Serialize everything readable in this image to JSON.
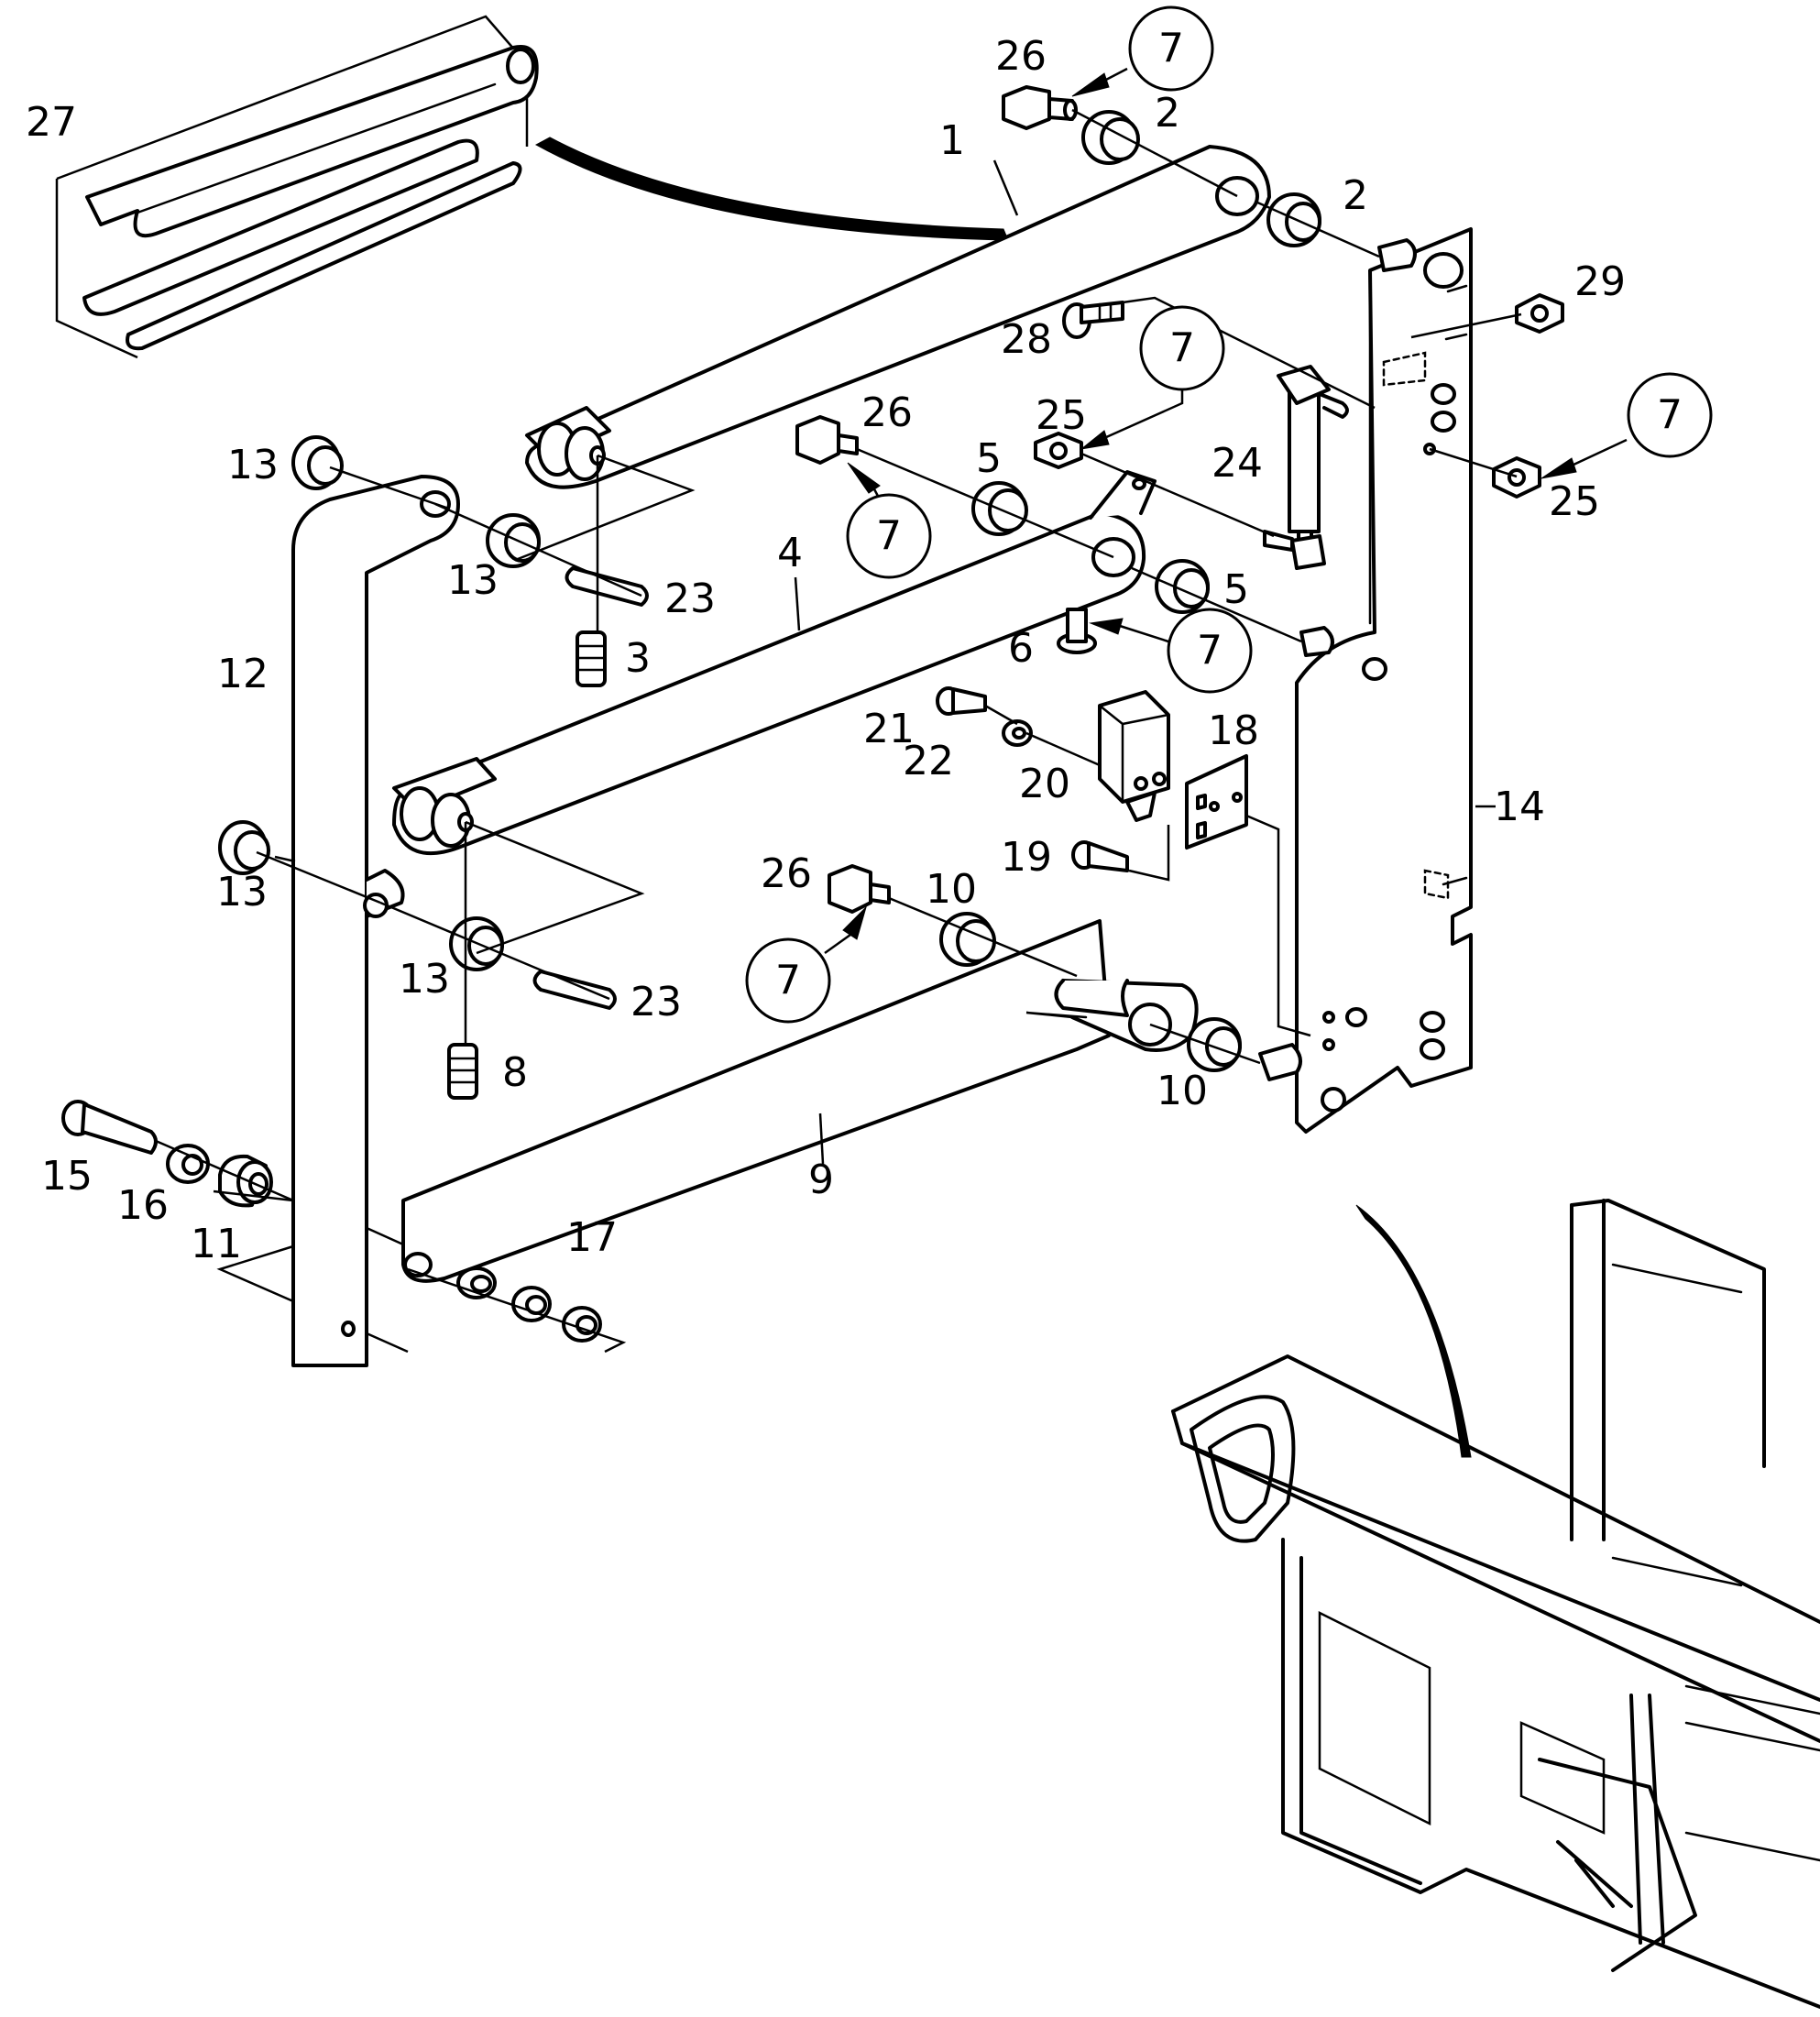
{
  "diagram": {
    "callouts": [
      {
        "id": "c1",
        "text": "1"
      },
      {
        "id": "c2a",
        "text": "2"
      },
      {
        "id": "c2b",
        "text": "2"
      },
      {
        "id": "c3",
        "text": "3"
      },
      {
        "id": "c4",
        "text": "4"
      },
      {
        "id": "c5a",
        "text": "5"
      },
      {
        "id": "c5b",
        "text": "5"
      },
      {
        "id": "c6",
        "text": "6"
      },
      {
        "id": "c8",
        "text": "8"
      },
      {
        "id": "c9",
        "text": "9"
      },
      {
        "id": "c10a",
        "text": "10"
      },
      {
        "id": "c10b",
        "text": "10"
      },
      {
        "id": "c11",
        "text": "11"
      },
      {
        "id": "c12",
        "text": "12"
      },
      {
        "id": "c13a",
        "text": "13"
      },
      {
        "id": "c13b",
        "text": "13"
      },
      {
        "id": "c13c",
        "text": "13"
      },
      {
        "id": "c13d",
        "text": "13"
      },
      {
        "id": "c14",
        "text": "14"
      },
      {
        "id": "c15",
        "text": "15"
      },
      {
        "id": "c16",
        "text": "16"
      },
      {
        "id": "c17",
        "text": "17"
      },
      {
        "id": "c18",
        "text": "18"
      },
      {
        "id": "c19",
        "text": "19"
      },
      {
        "id": "c20",
        "text": "20"
      },
      {
        "id": "c21",
        "text": "21"
      },
      {
        "id": "c22",
        "text": "22"
      },
      {
        "id": "c23a",
        "text": "23"
      },
      {
        "id": "c23b",
        "text": "23"
      },
      {
        "id": "c24",
        "text": "24"
      },
      {
        "id": "c25a",
        "text": "25"
      },
      {
        "id": "c25b",
        "text": "25"
      },
      {
        "id": "c26a",
        "text": "26"
      },
      {
        "id": "c26b",
        "text": "26"
      },
      {
        "id": "c26c",
        "text": "26"
      },
      {
        "id": "c27",
        "text": "27"
      },
      {
        "id": "c28",
        "text": "28"
      },
      {
        "id": "c29",
        "text": "29"
      }
    ],
    "circled_refs": [
      {
        "id": "r1",
        "text": "7"
      },
      {
        "id": "r2",
        "text": "7"
      },
      {
        "id": "r3",
        "text": "7"
      },
      {
        "id": "r4",
        "text": "7"
      },
      {
        "id": "r5",
        "text": "7"
      },
      {
        "id": "r6",
        "text": "7"
      }
    ]
  }
}
